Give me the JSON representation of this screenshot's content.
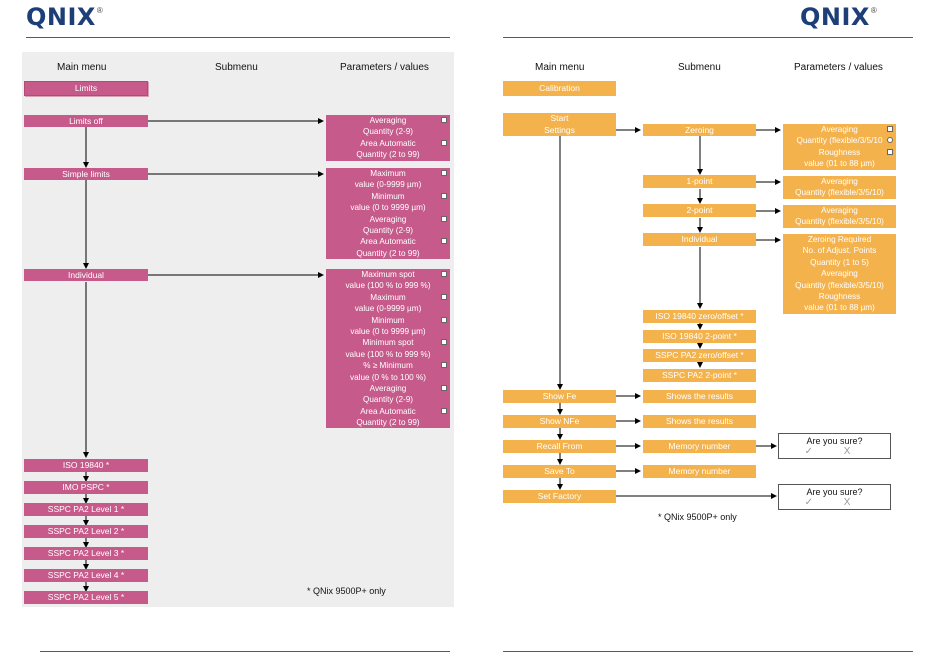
{
  "logo": {
    "name": "QNIX",
    "reg": "®"
  },
  "headers": {
    "main": "Main menu",
    "sub": "Submenu",
    "params": "Parameters / values"
  },
  "left": {
    "limits": "Limits",
    "limits_off": "Limits off",
    "limits_off_params": [
      {
        "text": "Averaging",
        "check": "square"
      },
      {
        "text": "Quantity (2-9)",
        "check": ""
      },
      {
        "text": "Area Automatic",
        "check": "square"
      },
      {
        "text": "Quantity (2 to 99)",
        "check": ""
      }
    ],
    "simple_limits": "Simple limits",
    "simple_params": [
      {
        "text": "Maximum",
        "check": "square"
      },
      {
        "text": "value (0-9999 µm)",
        "check": ""
      },
      {
        "text": "Minimum",
        "check": "square"
      },
      {
        "text": "value (0 to 9999 µm)",
        "check": ""
      },
      {
        "text": "Averaging",
        "check": "square"
      },
      {
        "text": "Quantity (2-9)",
        "check": ""
      },
      {
        "text": "Area Automatic",
        "check": "square"
      },
      {
        "text": "Quantity (2 to 99)",
        "check": ""
      }
    ],
    "individual": "Individual",
    "individual_params": [
      {
        "text": "Maximum spot",
        "check": "square"
      },
      {
        "text": "value (100 % to 999 %)",
        "check": ""
      },
      {
        "text": "Maximum",
        "check": "square"
      },
      {
        "text": "value (0-9999 µm)",
        "check": ""
      },
      {
        "text": "Minimum",
        "check": "square"
      },
      {
        "text": "value (0 to 9999 µm)",
        "check": ""
      },
      {
        "text": "Minimum spot",
        "check": "square"
      },
      {
        "text": "value (100 % to 999 %)",
        "check": ""
      },
      {
        "text": "% ≥ Minimum",
        "check": "square"
      },
      {
        "text": "value (0 % to 100 %)",
        "check": ""
      },
      {
        "text": "Averaging",
        "check": "square"
      },
      {
        "text": "Quantity (2-9)",
        "check": ""
      },
      {
        "text": "Area Automatic",
        "check": "square"
      },
      {
        "text": "Quantity (2 to 99)",
        "check": ""
      }
    ],
    "standards": [
      "ISO 19840 *",
      "IMO PSPC *",
      "SSPC PA2 Level 1 *",
      "SSPC PA2 Level 2 *",
      "SSPC PA2 Level 3 *",
      "SSPC PA2 Level 4 *",
      "SSPC PA2 Level 5 *"
    ],
    "note": "* QNix 9500P+ only"
  },
  "right": {
    "calibration": "Calibration",
    "start": "Start",
    "settings": "Settings",
    "zeroing": "Zeroing",
    "zeroing_params": [
      {
        "text": "Averaging",
        "check": "square"
      },
      {
        "text": "Quantity (flexible/3/5/10",
        "check": "round"
      },
      {
        "text": "Roughness",
        "check": "square"
      },
      {
        "text": "value (01 to 88 µm)",
        "check": ""
      }
    ],
    "one_point": "1-point",
    "one_point_params": [
      {
        "text": "Averaging",
        "check": ""
      },
      {
        "text": "Quantity (flexible/3/5/10)",
        "check": ""
      }
    ],
    "two_point": "2-point",
    "two_point_params": [
      {
        "text": "Averaging",
        "check": ""
      },
      {
        "text": "Quantity (flexible/3/5/10)",
        "check": ""
      }
    ],
    "individual": "Individual",
    "individual_params": [
      {
        "text": "Zeroing Required",
        "check": ""
      },
      {
        "text": "No. of Adjust. Points",
        "check": ""
      },
      {
        "text": "Quantity (1 to 5)",
        "check": ""
      },
      {
        "text": "Averaging",
        "check": ""
      },
      {
        "text": "Quantity (flexible/3/5/10)",
        "check": ""
      },
      {
        "text": "Roughness",
        "check": ""
      },
      {
        "text": "value (01 to 88 µm)",
        "check": ""
      }
    ],
    "iso_items": [
      "ISO 19840 zero/offset *",
      "ISO 19840 2-point *",
      "SSPC PA2 zero/offset *",
      "SSPC PA2 2-point *"
    ],
    "show_fe": "Show Fe",
    "show_nfe": "Show NFe",
    "shows_results": "Shows the results",
    "recall_from": "Recall From",
    "save_to": "Save To",
    "memory_number": "Memory number",
    "set_factory": "Set Factory",
    "confirm_question": "Are you sure?",
    "confirm_icons": "✓ X",
    "note": "* QNix 9500P+ only"
  }
}
